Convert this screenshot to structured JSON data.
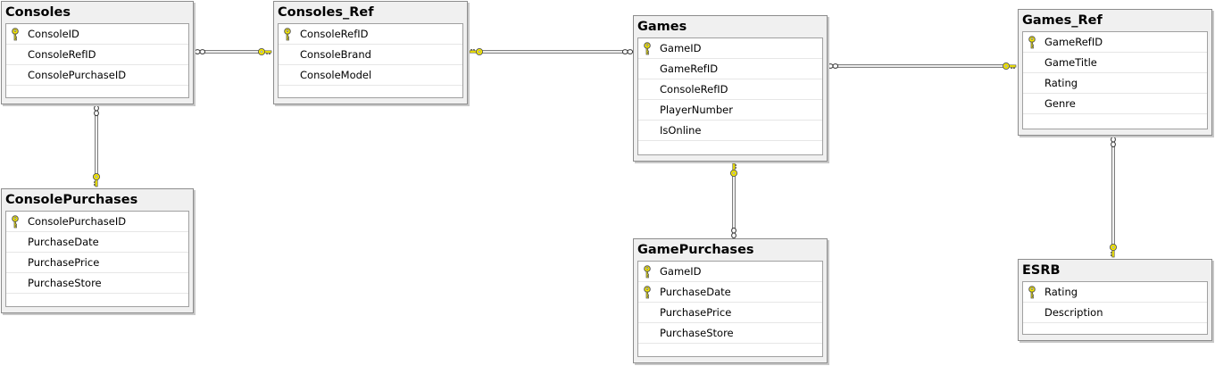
{
  "diagram": {
    "tables": [
      {
        "id": "consoles",
        "name": "Consoles",
        "columns": [
          {
            "name": "ConsoleID",
            "primary_key": true
          },
          {
            "name": "ConsoleRefID",
            "primary_key": false
          },
          {
            "name": "ConsolePurchaseID",
            "primary_key": false
          }
        ]
      },
      {
        "id": "consoles-ref",
        "name": "Consoles_Ref",
        "columns": [
          {
            "name": "ConsoleRefID",
            "primary_key": true
          },
          {
            "name": "ConsoleBrand",
            "primary_key": false
          },
          {
            "name": "ConsoleModel",
            "primary_key": false
          }
        ]
      },
      {
        "id": "games",
        "name": "Games",
        "columns": [
          {
            "name": "GameID",
            "primary_key": true
          },
          {
            "name": "GameRefID",
            "primary_key": false
          },
          {
            "name": "ConsoleRefID",
            "primary_key": false
          },
          {
            "name": "PlayerNumber",
            "primary_key": false
          },
          {
            "name": "IsOnline",
            "primary_key": false
          }
        ]
      },
      {
        "id": "games-ref",
        "name": "Games_Ref",
        "columns": [
          {
            "name": "GameRefID",
            "primary_key": true
          },
          {
            "name": "GameTitle",
            "primary_key": false
          },
          {
            "name": "Rating",
            "primary_key": false
          },
          {
            "name": "Genre",
            "primary_key": false
          }
        ]
      },
      {
        "id": "console-purchases",
        "name": "ConsolePurchases",
        "columns": [
          {
            "name": "ConsolePurchaseID",
            "primary_key": true
          },
          {
            "name": "PurchaseDate",
            "primary_key": false
          },
          {
            "name": "PurchasePrice",
            "primary_key": false
          },
          {
            "name": "PurchaseStore",
            "primary_key": false
          }
        ]
      },
      {
        "id": "game-purchases",
        "name": "GamePurchases",
        "columns": [
          {
            "name": "GameID",
            "primary_key": true
          },
          {
            "name": "PurchaseDate",
            "primary_key": true
          },
          {
            "name": "PurchasePrice",
            "primary_key": false
          },
          {
            "name": "PurchaseStore",
            "primary_key": false
          }
        ]
      },
      {
        "id": "esrb",
        "name": "ESRB",
        "columns": [
          {
            "name": "Rating",
            "primary_key": true
          },
          {
            "name": "Description",
            "primary_key": false
          }
        ]
      }
    ],
    "relationships": [
      {
        "id": "consoles-consoles-ref",
        "many_side": "consoles",
        "one_side": "consoles-ref"
      },
      {
        "id": "games-consoles-ref",
        "many_side": "games",
        "one_side": "consoles-ref"
      },
      {
        "id": "games-games-ref",
        "many_side": "games",
        "one_side": "games-ref"
      },
      {
        "id": "consoles-console-purchases",
        "many_side": "consoles",
        "one_side": "console-purchases"
      },
      {
        "id": "game-purchases-games",
        "many_side": "game-purchases",
        "one_side": "games"
      },
      {
        "id": "games-ref-esrb",
        "many_side": "games-ref",
        "one_side": "esrb"
      }
    ],
    "colors": {
      "key_fill": "#f5e800",
      "key_stroke": "#555555",
      "line": "#6e6e6e"
    }
  }
}
